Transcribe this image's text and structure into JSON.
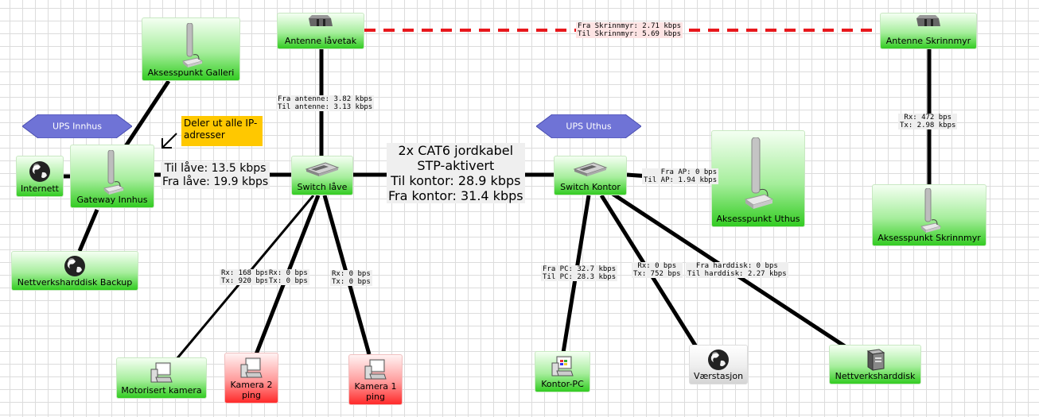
{
  "nodes": {
    "antenne_lavetak": {
      "label": "Antenne låvetak",
      "icon": "antenna-icon"
    },
    "antenne_skrinnmyr": {
      "label": "Antenne Skrinnmyr",
      "icon": "antenna-icon"
    },
    "aksesspunkt_galleri": {
      "label": "Aksesspunkt Galleri",
      "icon": "access-point-icon"
    },
    "internett": {
      "label": "Internett",
      "icon": "globe-icon"
    },
    "gateway_innhus": {
      "label": "Gateway Innhus",
      "icon": "access-point-icon"
    },
    "nettverksharddisk_backup": {
      "label": "Nettverksharddisk Backup",
      "icon": "globe-icon"
    },
    "switch_lave": {
      "label": "Switch låve",
      "icon": "switch-icon"
    },
    "switch_kontor": {
      "label": "Switch Kontor",
      "icon": "switch-icon"
    },
    "aksesspunkt_uthus": {
      "label": "Aksesspunkt Uthus",
      "icon": "access-point-icon"
    },
    "aksesspunkt_skrinnmyr": {
      "label": "Aksesspunkt Skrinnmyr",
      "icon": "access-point-icon"
    },
    "motorisert_kamera": {
      "label": "Motorisert kamera",
      "icon": "computer-icon"
    },
    "kamera2": {
      "label_line1": "Kamera 2",
      "label_line2": "ping",
      "icon": "computer-icon"
    },
    "kamera1": {
      "label_line1": "Kamera 1",
      "label_line2": "ping",
      "icon": "computer-icon"
    },
    "kontor_pc": {
      "label": "Kontor-PC",
      "icon": "windows-computer-icon"
    },
    "vaerstasjon": {
      "label": "Værstasjon",
      "icon": "globe-icon"
    },
    "nettverksharddisk": {
      "label": "Nettverksharddisk",
      "icon": "server-icon"
    }
  },
  "groups": {
    "ups_innhus": "UPS Innhus",
    "ups_uthus": "UPS Uthus"
  },
  "note": {
    "line1": "Deler ut alle IP-",
    "line2": "adresser"
  },
  "links": {
    "radio": {
      "line1": "Fra Skrinnmyr: 2.71 kbps",
      "line2": "Til Skrinnmyr: 5.69 kbps"
    },
    "antenne_switch": {
      "line1": "Fra antenne: 3.82 kbps",
      "line2": "Til antenne: 3.13 kbps"
    },
    "skrinnmyr_ap": {
      "line1": "Rx: 472 bps",
      "line2": "Tx: 2.98 kbps"
    },
    "gateway_switch": {
      "line1": "Til låve: 13.5 kbps",
      "line2": "Fra låve: 19.9 kbps"
    },
    "jordkabel": {
      "line1": "2x CAT6 jordkabel",
      "line2": "STP-aktivert",
      "line3": "Til kontor: 28.9 kbps",
      "line4": "Fra kontor: 31.4 kbps"
    },
    "kontor_ap": {
      "line1": "Fra AP: 0 bps",
      "line2": "Til AP: 1.94 kbps"
    },
    "motorisert": {
      "line1": "Rx: 168 bps",
      "line2": "Tx: 920 bps"
    },
    "kamera2": {
      "line1": "Rx: 0 bps",
      "line2": "Tx: 0 bps"
    },
    "kamera1": {
      "line1": "Rx: 0 bps",
      "line2": "Tx: 0 bps"
    },
    "kontor_pc": {
      "line1": "Fra PC: 32.7 kbps",
      "line2": "Til PC: 28.3 kbps"
    },
    "vaerstasjon": {
      "line1": "Rx: 0 bps",
      "line2": "Tx: 752 bps"
    },
    "harddisk": {
      "line1": "Fra harddisk: 0 bps",
      "line2": "Til harddisk: 2.27 kbps"
    }
  },
  "colors": {
    "node_ok": "#33cc22",
    "node_down": "#ff2a2a",
    "node_neutral": "#d4d4d4",
    "radio_link": "#e8181d",
    "cable": "#000000",
    "ups": "#5b5fc7",
    "note_bg": "#ffc800"
  }
}
